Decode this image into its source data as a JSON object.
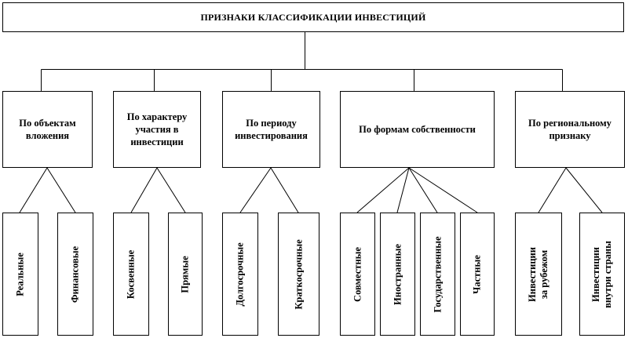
{
  "title": "ПРИЗНАКИ КЛАССИФИКАЦИИ ИНВЕСТИЦИЙ",
  "categories": [
    {
      "label": "По объектам вложения",
      "items": [
        "Реальные",
        "Финансовые"
      ]
    },
    {
      "label": "По характеру участия в инвестиции",
      "items": [
        "Косвенные",
        "Прямые"
      ]
    },
    {
      "label": "По периоду инвестирования",
      "items": [
        "Долгосрочные",
        "Краткосрочные"
      ]
    },
    {
      "label": "По формам собственности",
      "items": [
        "Совместные",
        "Иностранные",
        "Государственные",
        "Частные"
      ]
    },
    {
      "label": "По региональному признаку",
      "items": [
        "Инвестиции за рубежом",
        "Инвестиции внутри страны"
      ]
    }
  ]
}
